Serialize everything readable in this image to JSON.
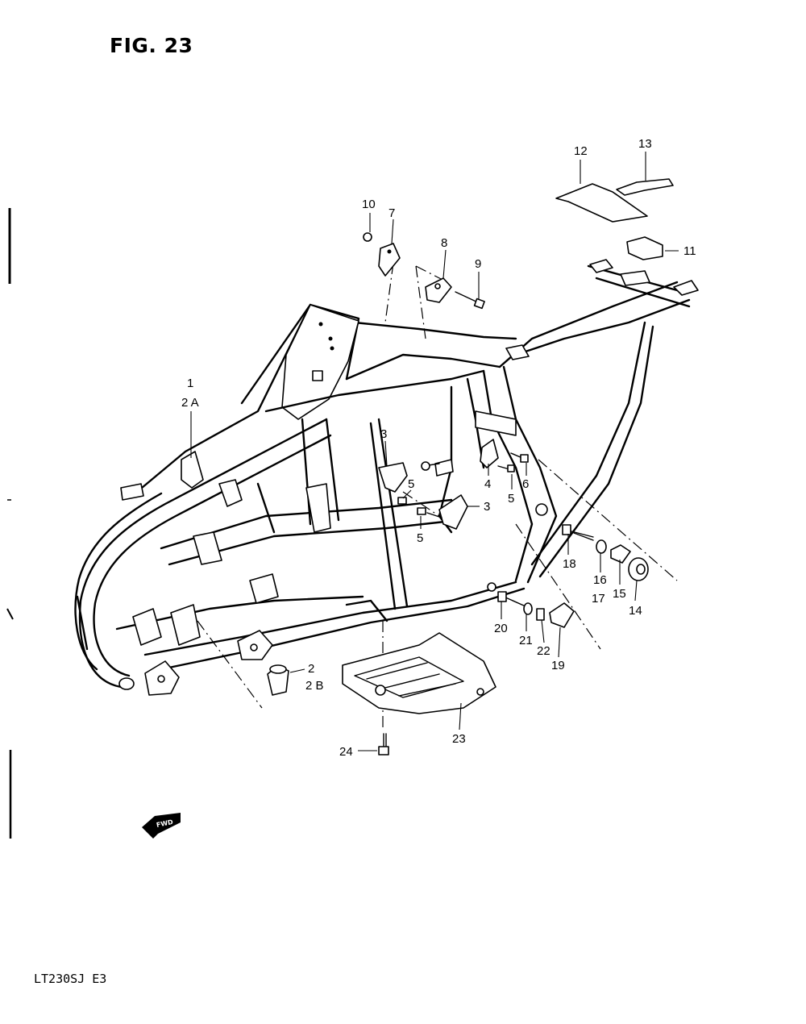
{
  "figure": {
    "title": "FIG. 23",
    "model": "LT230SJ  E3",
    "direction_badge": "FWD"
  },
  "callouts": {
    "c1": "1",
    "c2a": "2 A",
    "c2": "2",
    "c2b": "2 B",
    "c3_left": "3",
    "c3_right": "3",
    "c4": "4",
    "c5_a": "5",
    "c5_b": "5",
    "c5_c": "5",
    "c6": "6",
    "c7": "7",
    "c8": "8",
    "c9": "9",
    "c10": "10",
    "c11": "11",
    "c12": "12",
    "c13": "13",
    "c14": "14",
    "c15": "15",
    "c16": "16",
    "c17": "17",
    "c18": "18",
    "c19": "19",
    "c20": "20",
    "c21": "21",
    "c22": "22",
    "c23": "23",
    "c24": "24"
  }
}
